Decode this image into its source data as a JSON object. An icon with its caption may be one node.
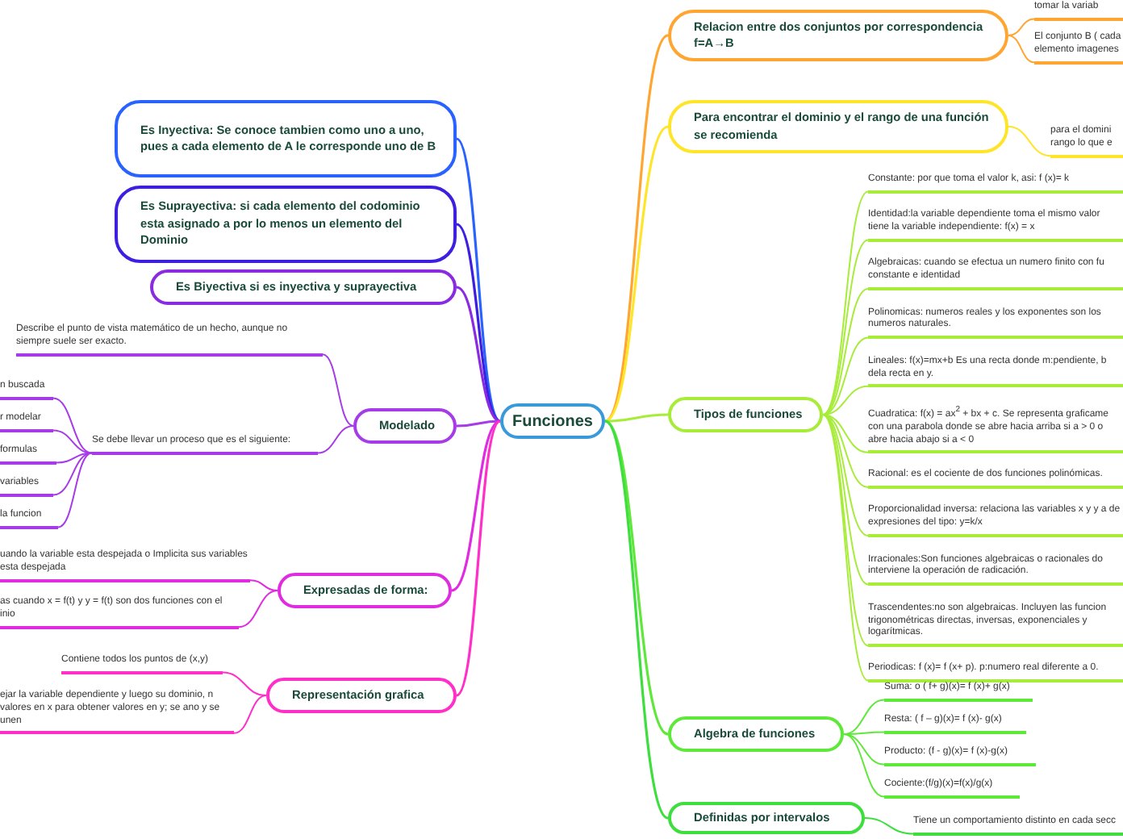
{
  "diagram": {
    "nodes": [
      {
        "text": [
          "Funciones"
        ]
      },
      {
        "text": [
          "Relacion entre dos conjuntos por correspondencia f=A→B"
        ]
      },
      {
        "text": [
          "tomar la variab"
        ]
      },
      {
        "text": [
          "El conjunto B ( cada elemento imagenes"
        ]
      },
      {
        "text": [
          "Para encontrar el dominio y el rango de una función se recomienda"
        ]
      },
      {
        "text": [
          "para el domini rango lo que e"
        ]
      },
      {
        "text": [
          "Tipos de funciones"
        ]
      },
      {
        "text": [
          "Constante: por que toma el valor k, asi: f (x)= k"
        ]
      },
      {
        "text": [
          "Identidad:la variable dependiente toma el mismo valor tiene la variable independiente: f(x) = x"
        ]
      },
      {
        "text": [
          "Algebraicas: cuando se efectua un numero finito con fu constante e identidad"
        ]
      },
      {
        "text": [
          "Polinomicas: numeros reales y los exponentes son los numeros naturales."
        ]
      },
      {
        "text": [
          "Lineales: f(x)=mx+b Es una recta donde m:pendiente, b dela recta en y."
        ]
      },
      {
        "text": [
          "Cuadratica: f(x) = ax$^{2}$ + bx + c. Se representa graficame con una parabola donde se abre hacia arriba si a > 0 o abre hacia abajo si a < 0"
        ]
      },
      {
        "text": [
          "Racional: es el cociente de dos funciones polinómicas."
        ]
      },
      {
        "text": [
          "Proporcionalidad inversa: relaciona las variables x y y a de expresiones del tipo: y=k/x"
        ]
      },
      {
        "text": [
          "Irracionales:Son funciones algebraicas o racionales do interviene la operación de radicación."
        ]
      },
      {
        "text": [
          "Trascendentes:no son algebraicas. Incluyen las funcion trigonométricas directas, inversas, exponenciales y logarítmicas."
        ]
      },
      {
        "text": [
          "Periodicas: f (x)= f (x+ p). p:numero real diferente a 0."
        ]
      },
      {
        "text": [
          "Algebra de funciones"
        ]
      },
      {
        "text": [
          "Suma: o ( f+ g)(x)= f (x)+ g(x)"
        ]
      },
      {
        "text": [
          "Resta: ( f – g)(x)= f (x)- g(x)"
        ]
      },
      {
        "text": [
          "Producto: (f - g)(x)= f (x)-g(x)"
        ]
      },
      {
        "text": [
          "Cociente:(f/g)(x)=f(x)/g(x)"
        ]
      },
      {
        "text": [
          "Definidas por intervalos"
        ]
      },
      {
        "text": [
          "Tiene un comportamiento distinto en cada secc"
        ]
      },
      {
        "text": [
          "Es Inyectiva: Se conoce tambien como uno a uno, pues a cada elemento de A le corresponde uno de B"
        ]
      },
      {
        "text": [
          "Es Suprayectiva: si cada elemento del codominio esta asignado a por lo menos un elemento del Dominio"
        ]
      },
      {
        "text": [
          "Es Biyectiva si es inyectiva y suprayectiva"
        ]
      },
      {
        "text": [
          "Modelado"
        ]
      },
      {
        "text": [
          "Describe el punto de vista matemático de un hecho, aunque no siempre suele ser exacto."
        ]
      },
      {
        "text": [
          "Se debe llevar un proceso que es el siguiente:"
        ]
      },
      {
        "text": [
          "n buscada"
        ]
      },
      {
        "text": [
          "r modelar"
        ]
      },
      {
        "text": [
          "formulas"
        ]
      },
      {
        "text": [
          "variables"
        ]
      },
      {
        "text": [
          "la funcion"
        ]
      },
      {
        "text": [
          "Expresadas de forma:"
        ]
      },
      {
        "text": [
          "uando la variable esta despejada o Implicita sus variables esta despejada"
        ]
      },
      {
        "text": [
          "as cuando x = f(t) y y = f(t) son dos funciones con el inio"
        ]
      },
      {
        "text": [
          "Representación grafica"
        ]
      },
      {
        "text": [
          "Contiene todos los puntos de (x,y)"
        ]
      },
      {
        "text": [
          "ejar la variable dependiente y luego su dominio, n valores en x para obtener valores en y; se ano y se unen"
        ]
      }
    ],
    "edges": [
      {
        "from": 0,
        "to": 1,
        "arrow": "none",
        "color": "#ffa531"
      },
      {
        "from": 0,
        "to": 4,
        "arrow": "none",
        "color": "#ffe52a"
      },
      {
        "from": 0,
        "to": 6,
        "arrow": "none",
        "color": "#a8ec3a"
      },
      {
        "from": 0,
        "to": 18,
        "arrow": "none",
        "color": "#5ee83a"
      },
      {
        "from": 0,
        "to": 23,
        "arrow": "none",
        "color": "#3ede3e"
      },
      {
        "from": 0,
        "to": 25,
        "arrow": "none",
        "color": "#2962ff"
      },
      {
        "from": 0,
        "to": 26,
        "arrow": "none",
        "color": "#3d1fe0"
      },
      {
        "from": 0,
        "to": 27,
        "arrow": "none",
        "color": "#8a2be2"
      },
      {
        "from": 0,
        "to": 28,
        "arrow": "none",
        "color": "#a63ce8"
      },
      {
        "from": 0,
        "to": 36,
        "arrow": "none",
        "color": "#e02ce0"
      },
      {
        "from": 0,
        "to": 39,
        "arrow": "none",
        "color": "#ff2fc8"
      },
      {
        "from": 1,
        "to": 2,
        "arrow": "none",
        "color": "#ffa531"
      },
      {
        "from": 1,
        "to": 3,
        "arrow": "none",
        "color": "#ffa531"
      },
      {
        "from": 4,
        "to": 5,
        "arrow": "none",
        "color": "#ffe52a"
      },
      {
        "from": 6,
        "to": 7,
        "arrow": "none",
        "color": "#a8ec3a"
      },
      {
        "from": 6,
        "to": 8,
        "arrow": "none",
        "color": "#a8ec3a"
      },
      {
        "from": 6,
        "to": 9,
        "arrow": "none",
        "color": "#a8ec3a"
      },
      {
        "from": 6,
        "to": 10,
        "arrow": "none",
        "color": "#a8ec3a"
      },
      {
        "from": 6,
        "to": 11,
        "arrow": "none",
        "color": "#a8ec3a"
      },
      {
        "from": 6,
        "to": 12,
        "arrow": "none",
        "color": "#a8ec3a"
      },
      {
        "from": 6,
        "to": 13,
        "arrow": "none",
        "color": "#a8ec3a"
      },
      {
        "from": 6,
        "to": 14,
        "arrow": "none",
        "color": "#a8ec3a"
      },
      {
        "from": 6,
        "to": 15,
        "arrow": "none",
        "color": "#a8ec3a"
      },
      {
        "from": 6,
        "to": 16,
        "arrow": "none",
        "color": "#a8ec3a"
      },
      {
        "from": 6,
        "to": 17,
        "arrow": "none",
        "color": "#a8ec3a"
      },
      {
        "from": 18,
        "to": 19,
        "arrow": "none",
        "color": "#5ee83a"
      },
      {
        "from": 18,
        "to": 20,
        "arrow": "none",
        "color": "#5ee83a"
      },
      {
        "from": 18,
        "to": 21,
        "arrow": "none",
        "color": "#5ee83a"
      },
      {
        "from": 18,
        "to": 22,
        "arrow": "none",
        "color": "#5ee83a"
      },
      {
        "from": 23,
        "to": 24,
        "arrow": "none",
        "color": "#3ede3e"
      },
      {
        "from": 28,
        "to": 29,
        "arrow": "none",
        "color": "#a63ce8"
      },
      {
        "from": 28,
        "to": 30,
        "arrow": "none",
        "color": "#a63ce8"
      },
      {
        "from": 30,
        "to": 31,
        "arrow": "none",
        "color": "#a63ce8"
      },
      {
        "from": 30,
        "to": 32,
        "arrow": "none",
        "color": "#a63ce8"
      },
      {
        "from": 30,
        "to": 33,
        "arrow": "none",
        "color": "#a63ce8"
      },
      {
        "from": 30,
        "to": 34,
        "arrow": "none",
        "color": "#a63ce8"
      },
      {
        "from": 30,
        "to": 35,
        "arrow": "none",
        "color": "#a63ce8"
      },
      {
        "from": 36,
        "to": 37,
        "arrow": "none",
        "color": "#e02ce0"
      },
      {
        "from": 36,
        "to": 38,
        "arrow": "none",
        "color": "#e02ce0"
      },
      {
        "from": 39,
        "to": 40,
        "arrow": "none",
        "color": "#ff2fc8"
      },
      {
        "from": 39,
        "to": 41,
        "arrow": "none",
        "color": "#ff2fc8"
      }
    ]
  }
}
